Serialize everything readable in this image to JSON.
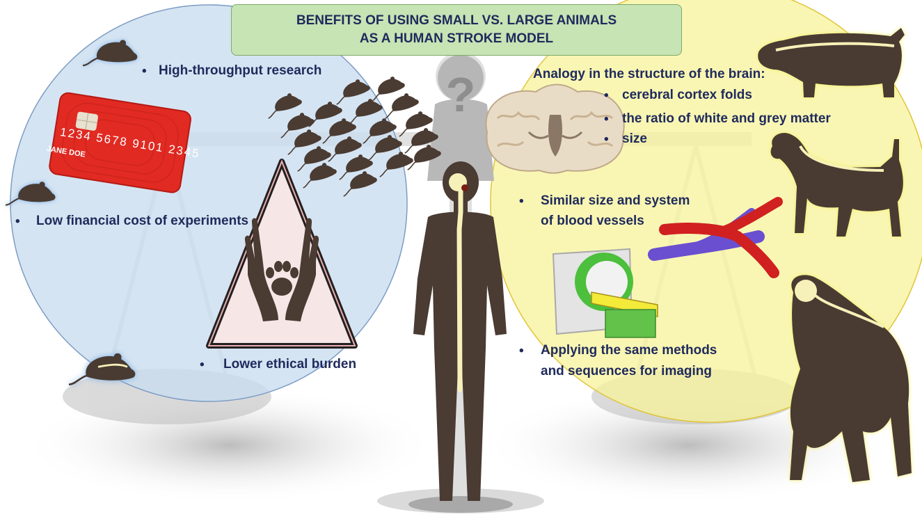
{
  "title": {
    "line1": "BENEFITS OF USING SMALL VS. LARGE ANIMALS",
    "line2": "AS A HUMAN STROKE MODEL"
  },
  "small_animals": {
    "benefits": [
      "High-throughput research",
      "Low financial cost of experiments",
      "Lower ethical burden"
    ]
  },
  "large_animals": {
    "brain_heading": "Analogy in the structure of the brain:",
    "brain_items": [
      "cerebral cortex folds",
      "the ratio of white and grey matter",
      "size"
    ],
    "vessels": [
      "Similar size and system",
      "of blood vessels"
    ],
    "imaging": [
      "Applying the same methods",
      "and sequences for imaging"
    ]
  },
  "card": {
    "number": "1234  5678  9101  2345",
    "name": "JANE DOE"
  },
  "bullet_symbol": "•",
  "question_mark": "?",
  "colors": {
    "left_circle": "#c9dcee",
    "right_circle": "#f7f39a",
    "title_box": "#c6e4b4",
    "text": "#1f2a5c",
    "silhouette": "#4a3b33",
    "card_red": "#e02a22",
    "scale_grey": "#bfbfbf"
  },
  "icons": [
    "rat-icon",
    "mouse-icon",
    "credit-card-icon",
    "ethics-triangle-icon",
    "paw-hands-icon",
    "brain-slice-icon",
    "pig-icon",
    "dog-icon",
    "monkey-icon",
    "human-icon",
    "blood-vessels-icon",
    "mri-scanner-icon",
    "balance-scale-icon"
  ]
}
